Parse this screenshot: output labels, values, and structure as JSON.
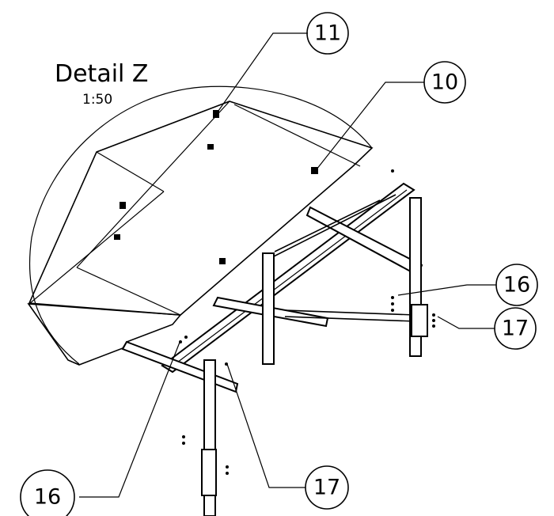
{
  "detail": {
    "title": "Detail Z",
    "scale": "1:50"
  },
  "balloons": [
    {
      "label": "11"
    },
    {
      "label": "10"
    },
    {
      "label": "16"
    },
    {
      "label": "17"
    },
    {
      "label": "16"
    },
    {
      "label": "17"
    }
  ]
}
